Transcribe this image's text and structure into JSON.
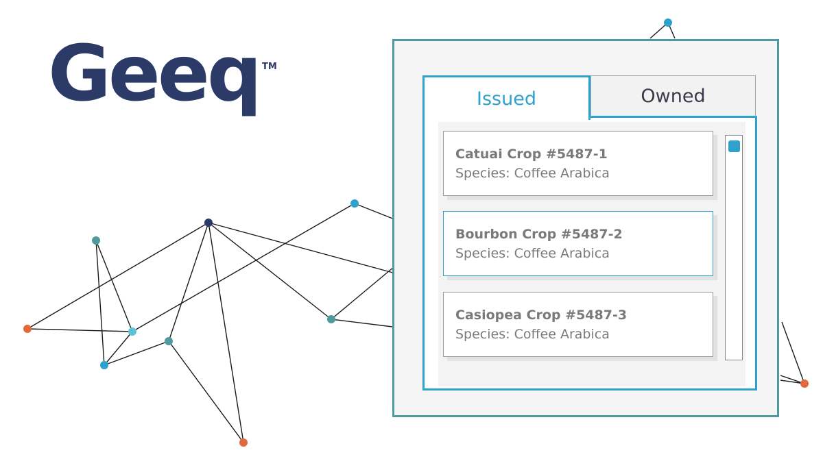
{
  "brand": {
    "name": "Geeq",
    "trademark": "TM",
    "color": "#2b3a67"
  },
  "colors": {
    "accent": "#2ea1cc",
    "panel_border": "#4e9a9c",
    "node_orange": "#e06a3c",
    "node_teal": "#4e9a9c",
    "node_blue": "#2ea1cc",
    "node_navy": "#2b3a67",
    "node_light": "#5bc2d8"
  },
  "tabs": [
    {
      "label": "Issued",
      "active": true
    },
    {
      "label": "Owned",
      "active": false
    }
  ],
  "crops": [
    {
      "title": "Catuai Crop #5487-1",
      "species": "Species: Coffee Arabica",
      "selected": false
    },
    {
      "title": "Bourbon Crop #5487-2",
      "species": "Species: Coffee Arabica",
      "selected": true
    },
    {
      "title": "Casiopea Crop #5487-3",
      "species": "Species: Coffee Arabica",
      "selected": false
    }
  ],
  "network": {
    "icon": "network-graph-decoration"
  }
}
